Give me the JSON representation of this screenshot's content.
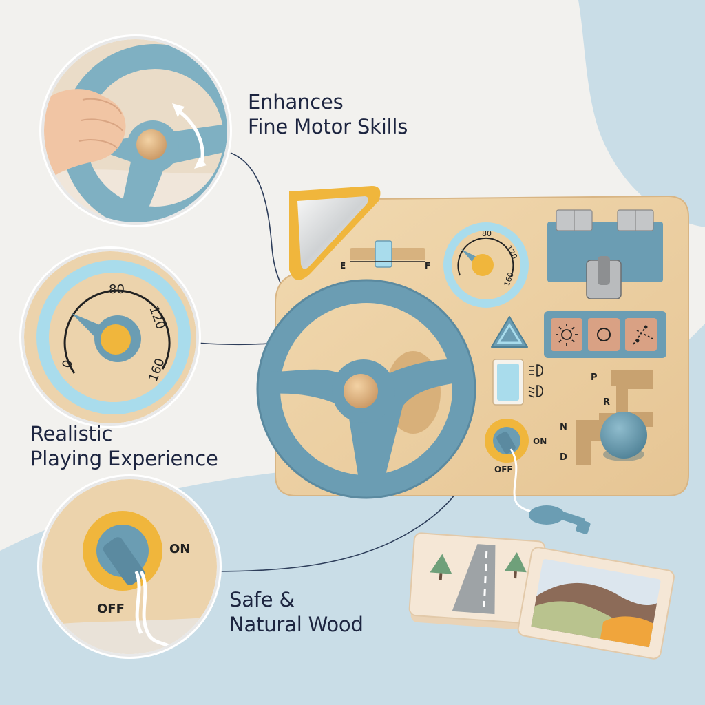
{
  "features": [
    {
      "line1": "Enhances",
      "line2": "Fine Motor Skills"
    },
    {
      "line1": "Realistic",
      "line2": "Playing Experience"
    },
    {
      "line1": "Safe &",
      "line2": "Natural Wood"
    }
  ],
  "board": {
    "fuel_empty": "E",
    "fuel_full": "F",
    "gear_park": "P",
    "gear_reverse": "R",
    "gear_neutral": "N",
    "gear_drive": "D",
    "ignition_on": "ON",
    "ignition_off": "OFF"
  },
  "speedometer": {
    "ticks": [
      "0",
      "80",
      "120",
      "160"
    ]
  },
  "colors": {
    "background": "#f2f1ee",
    "floor_blue": "#c9dde7",
    "wood": "#ecd1a4",
    "steering_blue": "#6b9db3",
    "dial_ring_blue": "#a9dcec",
    "accent_yellow": "#f0b63c",
    "text_navy": "#1d2540"
  },
  "icons": [
    "mirror-icon",
    "hazard-triangle-icon",
    "headlight-icon",
    "sun-icon",
    "circle-icon",
    "sparkle-icon",
    "key-icon",
    "tree-icon"
  ]
}
